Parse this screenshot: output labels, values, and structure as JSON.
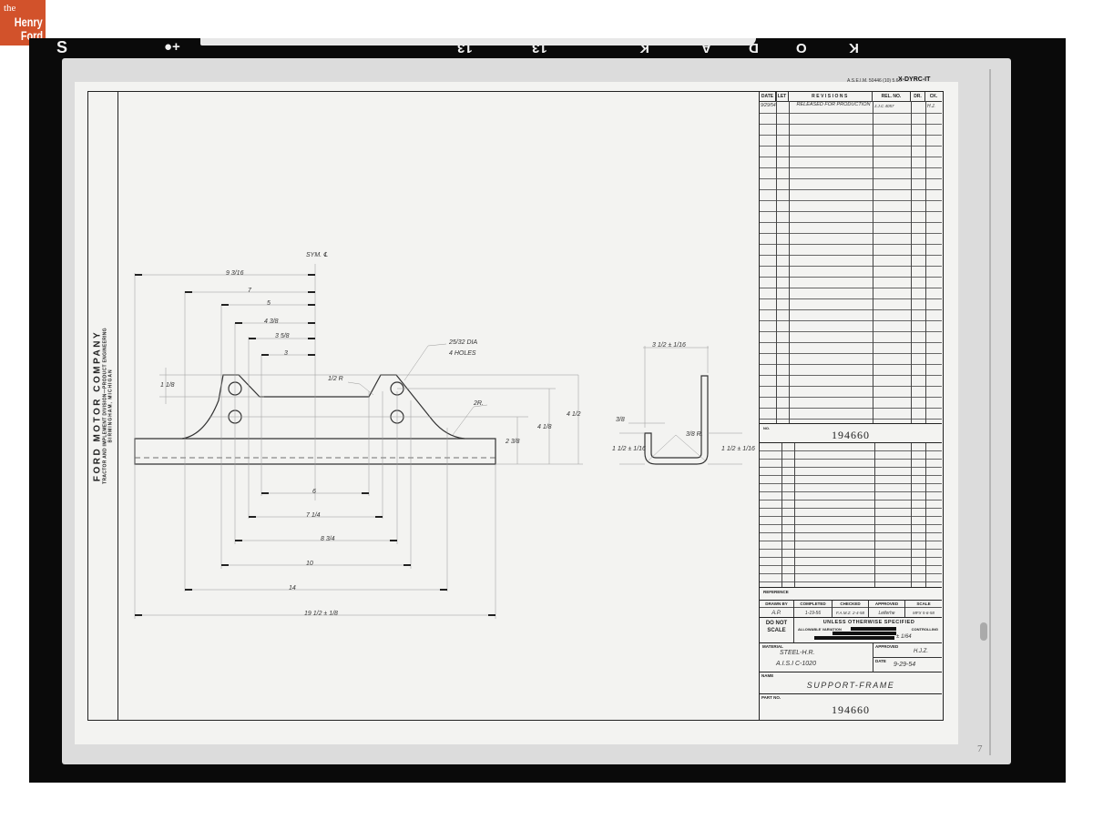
{
  "watermark": {
    "line1": "the",
    "line2": "Henry",
    "line3": "Ford",
    "color": "#d2522b"
  },
  "film_edge": {
    "marks": [
      "S",
      "●+",
      "13",
      "13",
      "K",
      "O",
      "D",
      "A",
      "K"
    ],
    "frame_number": "7"
  },
  "side_strip": {
    "company": "FORD MOTOR COMPANY",
    "division": "TRACTOR AND IMPLEMENT DIVISION—PRODUCT ENGINEERING",
    "location": "BIRMINGHAM, MICHIGAN"
  },
  "title_block": {
    "form_label": "A.S.E.I.M. 50446 (10) 5.6.7",
    "form_code": "X-DYRC-IT",
    "revisions": {
      "headers": [
        "DATE",
        "LET",
        "REVISIONS",
        "REL. NO.",
        "DR.",
        "CK."
      ],
      "rows": [
        {
          "date": "9/29/54",
          "let": "",
          "revision": "RELEASED FOR PRODUCTION",
          "rel_no": "J.J.C 4057",
          "dr": "",
          "ck": "H.J."
        }
      ]
    },
    "number_label": "NO.",
    "number": "194660",
    "reference_label": "REFERENCE",
    "signatures": {
      "headers": [
        "DRAWN BY",
        "COMPLETED",
        "CHECKED",
        "APPROVED",
        "SCALE"
      ],
      "values": [
        "A.P.",
        "1-19-56",
        "F.A.M.Z. 2-4-58",
        "Leiferhe",
        "MFX 5-6-58"
      ]
    },
    "do_not_scale": "DO NOT SCALE",
    "unless_otherwise": "UNLESS OTHERWISE SPECIFIED",
    "allowable_variation": "ALLOWABLE VARIATION",
    "controlling": "CONTROLLING",
    "tolerance": "± 1/64",
    "material_label": "MATERIAL",
    "material_line1": "STEEL-H.R.",
    "material_line2": "A.I.S.I C-1020",
    "approved_label": "APPROVED",
    "approved_value": "H.J.Z.",
    "date_label": "DATE",
    "date_value": "9-29-54",
    "name_label": "NAME",
    "name_value": "SUPPORT-FRAME",
    "part_no_label": "PART NO.",
    "part_no_value": "194660"
  },
  "drawing": {
    "front_view": {
      "top_dimensions": [
        "9 3/16",
        "7",
        "5",
        "4 3/8",
        "3 5/8",
        "3"
      ],
      "centerline_label": "SYM. ℄",
      "bottom_dimensions": [
        "6",
        "7 1/4",
        "8 3/4",
        "10",
        "14",
        "19 1/2 ± 1/8"
      ],
      "height_dimensions": [
        "1 1/8",
        "2 3/8",
        "4 1/8",
        "4 1/2"
      ],
      "hole_note": [
        "25/32 DIA",
        "4 HOLES"
      ],
      "radius_notes": [
        "1/2 R",
        "2R."
      ]
    },
    "end_view": {
      "width_dimension": "3 1/2 ± 1/16",
      "thickness": "3/8",
      "bend_radius": "3/8 R.",
      "left_height": "1 1/2 ± 1/16",
      "right_height": "1 1/2 ± 1/16"
    }
  }
}
